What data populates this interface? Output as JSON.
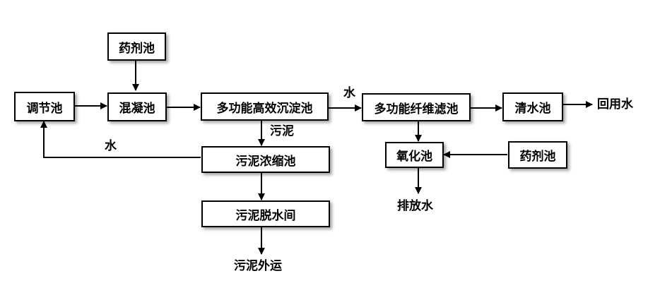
{
  "colors": {
    "line": "#000000",
    "box_border": "#000000",
    "background": "#ffffff"
  },
  "nodes": {
    "tiaojie": "调节池",
    "yaoji_top": "药剂池",
    "hunning": "混凝池",
    "duogongneng_chendian": "多功能高效沉淀池",
    "duogongneng_lvchi": "多功能纤维滤池",
    "qingshui": "清水池",
    "yanghua": "氧化池",
    "yaoji_right": "药剂池",
    "wuni_nongsuo": "污泥浓缩池",
    "wuni_tuoshui": "污泥脱水间"
  },
  "labels": {
    "water_top": "水",
    "reuse_water": "回用水",
    "sludge": "污泥",
    "water_return": "水",
    "discharge_water": "排放水",
    "sludge_out": "污泥外运"
  }
}
